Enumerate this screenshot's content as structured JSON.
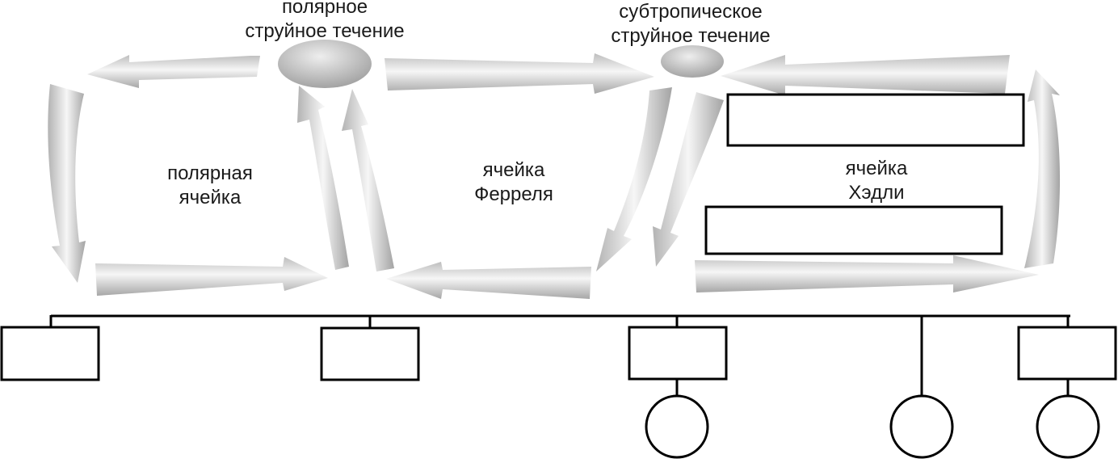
{
  "labels": {
    "polar_jet": {
      "line1": "полярное",
      "line2": "струйное течение"
    },
    "subtropical_jet": {
      "line1": "субтропическое",
      "line2": "струйное течение"
    },
    "polar_cell": {
      "line1": "полярная",
      "line2": "ячейка"
    },
    "ferrel_cell": {
      "line1": "ячейка",
      "line2": "Феррел­я"
    },
    "hadley_cell": {
      "line1": "ячейка",
      "line2": "Хэдли"
    }
  },
  "colors": {
    "arrow_light": "#f4f4f4",
    "arrow_mid": "#c6c6c6",
    "arrow_dark": "#9a9a9a",
    "outline": "#000000",
    "text": "#1a1a1a"
  }
}
